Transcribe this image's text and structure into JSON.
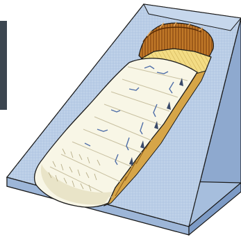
{
  "colors": {
    "background": "#ffffff",
    "wedge_top": "#b9cde6",
    "wedge_front": "#a6bedd",
    "wedge_right": "#8ea9cf",
    "outline": "#1a1a1a",
    "left_strip": "#3c4650",
    "scarp_dark": "#8a4a12",
    "scarp_mid": "#c07828",
    "scarp_light": "#e0a860",
    "yellow_block": "#f3dc84",
    "yellow_stripe": "#c9a94e",
    "side_wall": "#d6a548",
    "debris": "#f8f6e6",
    "debris_shade": "#dcd6b4",
    "crack_blue": "#4f6ea8"
  },
  "diagram": {
    "kind": "block diagram",
    "elements": [
      "slope",
      "scarp",
      "slump-block",
      "debris-flow",
      "cracks"
    ]
  }
}
